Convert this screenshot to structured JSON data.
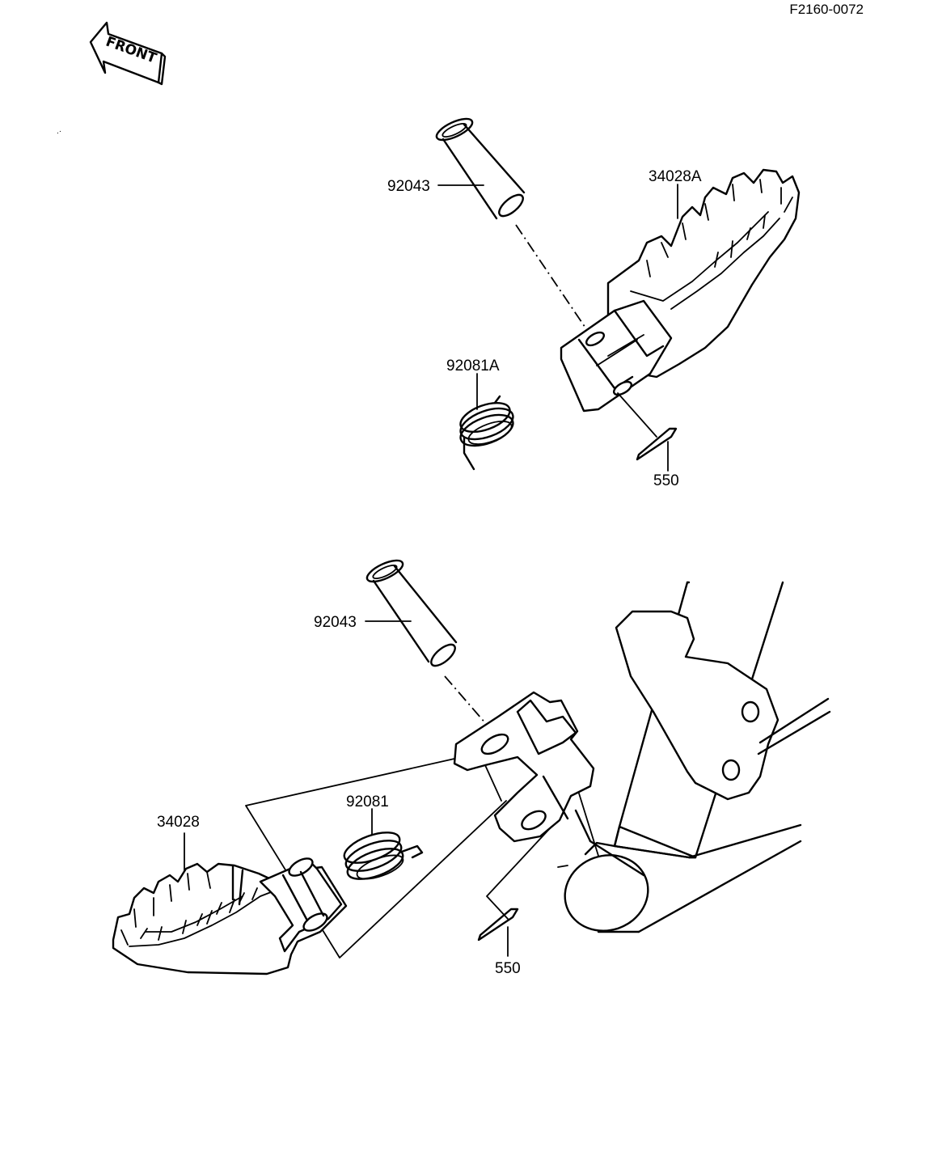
{
  "ref_code": "F2160-0072",
  "front_arrow": {
    "label": "FRONT",
    "icon": "front-arrow-icon"
  },
  "upper_assembly": {
    "pin": "92043",
    "footpeg": "34028A",
    "spring": "92081A",
    "cotter_pin": "550"
  },
  "lower_assembly": {
    "pin": "92043",
    "footpeg": "34028",
    "spring": "92081",
    "cotter_pin": "550"
  }
}
